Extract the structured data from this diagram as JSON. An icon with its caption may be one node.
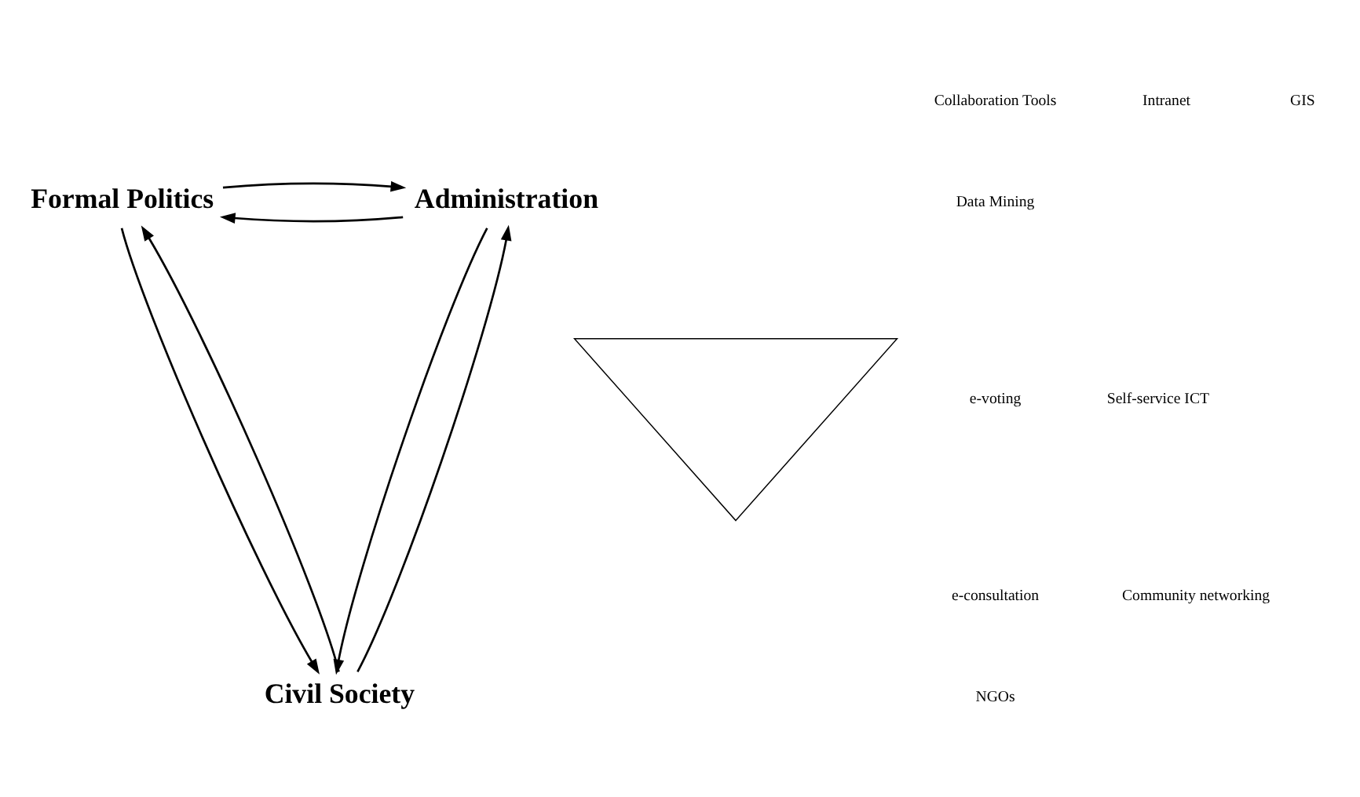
{
  "diagram": {
    "nodes": [
      {
        "text": [
          "Formal Politics"
        ]
      },
      {
        "text": [
          "Administration"
        ]
      },
      {
        "text": [
          "Civil Society"
        ]
      },
      {
        "text": [],
        "shape": "triangle"
      }
    ],
    "edges": [
      {
        "from": 1,
        "to": 0,
        "arrow": "to"
      },
      {
        "from": 0,
        "to": 1,
        "arrow": "to"
      },
      {
        "from": 2,
        "to": 0,
        "arrow": "to"
      },
      {
        "from": 0,
        "to": 2,
        "arrow": "to"
      },
      {
        "from": 1,
        "to": 2,
        "arrow": "to"
      },
      {
        "from": 2,
        "to": 1,
        "arrow": "to"
      }
    ],
    "labels": [
      "Collaboration Tools",
      "Intranet",
      "GIS",
      "Data Mining",
      "e-voting",
      "Self-service ICT",
      "e-consultation",
      "Community networking",
      "NGOs"
    ]
  }
}
